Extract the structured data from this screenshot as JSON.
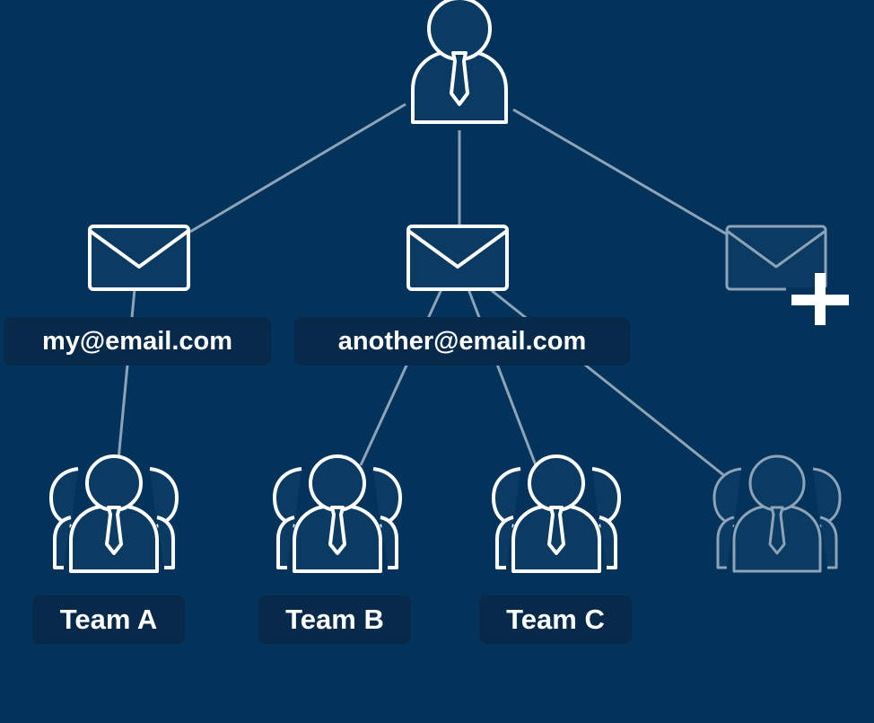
{
  "accounts": [
    {
      "email": "my@email.com"
    },
    {
      "email": "another@email.com"
    }
  ],
  "teams": [
    {
      "label": "Team A"
    },
    {
      "label": "Team B"
    },
    {
      "label": "Team C"
    }
  ],
  "icons": {
    "admin": "person-icon",
    "account": "envelope-icon",
    "add_account": "envelope-plus-icon",
    "team": "group-icon",
    "add_team": "group-icon-faded"
  },
  "colors": {
    "background": "#03335a",
    "label_background": "#07294a",
    "icon_stroke": "#ffffff",
    "icon_fill": "#0b3a63",
    "connector": "#8ca3b8",
    "faded": "#8ca3b8"
  }
}
